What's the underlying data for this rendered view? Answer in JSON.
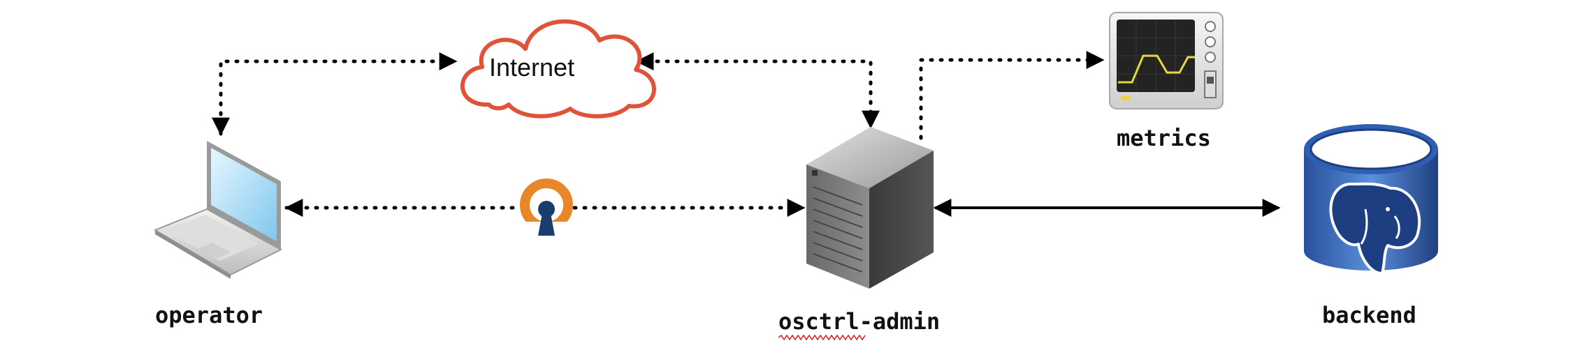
{
  "diagram": {
    "nodes": {
      "operator": {
        "label": "operator",
        "icon": "laptop-icon"
      },
      "internet": {
        "label": "Internet",
        "icon": "cloud-icon",
        "color": "#e0533b"
      },
      "admin": {
        "label": "osctrl-admin",
        "icon": "server-icon"
      },
      "metrics": {
        "label": "metrics",
        "icon": "monitor-icon"
      },
      "backend": {
        "label": "backend",
        "icon": "database-icon",
        "color": "#3a6fc4"
      },
      "vpn": {
        "icon": "openvpn-icon",
        "color": "#e8862a"
      }
    },
    "connectors": [
      {
        "from": "operator",
        "to": "internet",
        "style": "dotted"
      },
      {
        "from": "internet",
        "to": "admin",
        "style": "dotted"
      },
      {
        "from": "operator",
        "to": "admin",
        "via": "vpn",
        "style": "dotted"
      },
      {
        "from": "admin",
        "to": "metrics",
        "style": "dotted"
      },
      {
        "from": "admin",
        "to": "backend",
        "style": "solid"
      }
    ]
  }
}
